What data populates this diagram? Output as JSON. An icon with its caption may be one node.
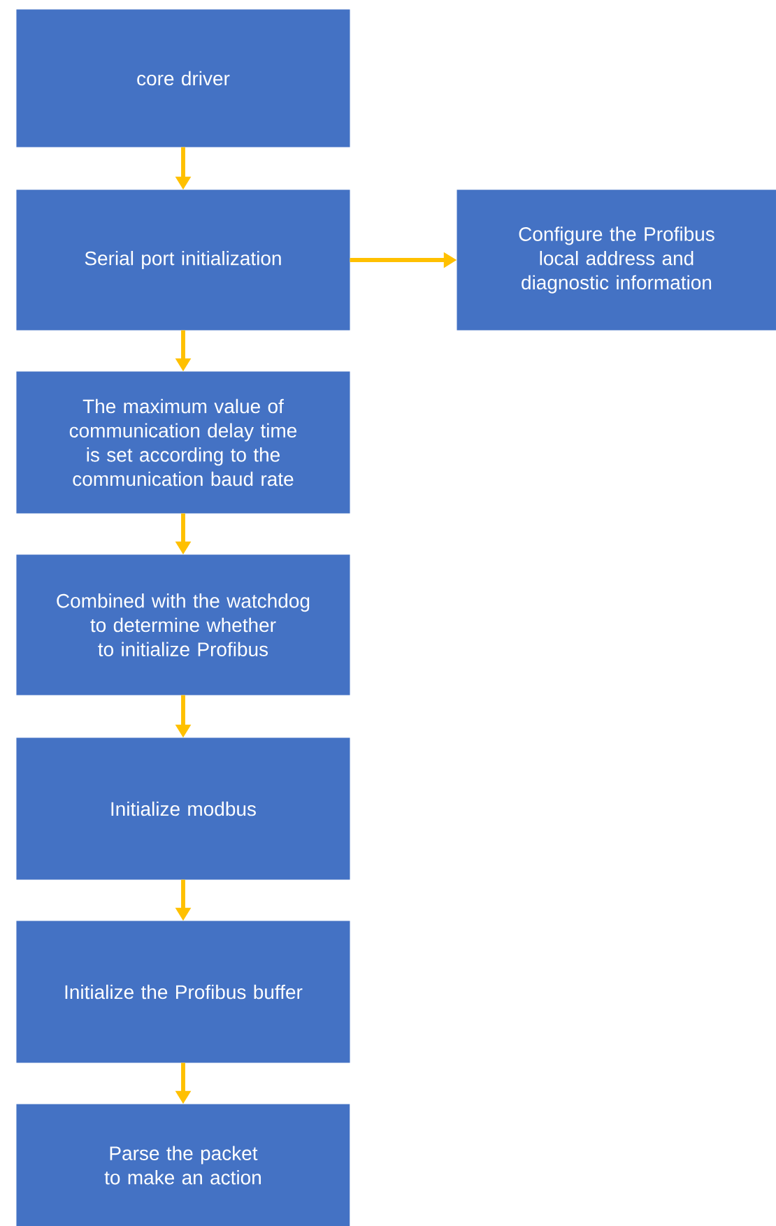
{
  "diagram": {
    "nodes": [
      {
        "text": [
          "core driver"
        ]
      },
      {
        "text": [
          "Serial port initialization"
        ]
      },
      {
        "text": [
          "Configure the Profibus local address and diagnostic information"
        ]
      },
      {
        "text": [
          "The maximum value of communication delay time is set according to the communication baud rate"
        ]
      },
      {
        "text": [
          "Combined with the watchdog to determine whether to initialize Profibus"
        ]
      },
      {
        "text": [
          "Initialize modbus"
        ]
      },
      {
        "text": [
          "Initialize the Profibus buffer"
        ]
      },
      {
        "text": [
          "Parse the packet to make an action"
        ]
      }
    ],
    "edges": [
      {
        "from": 0,
        "to": 1,
        "arrow": "to"
      },
      {
        "from": 1,
        "to": 2,
        "arrow": "to"
      },
      {
        "from": 1,
        "to": 3,
        "arrow": "to"
      },
      {
        "from": 3,
        "to": 4,
        "arrow": "to"
      },
      {
        "from": 4,
        "to": 5,
        "arrow": "to"
      },
      {
        "from": 5,
        "to": 6,
        "arrow": "to"
      },
      {
        "from": 6,
        "to": 7,
        "arrow": "to"
      }
    ]
  }
}
